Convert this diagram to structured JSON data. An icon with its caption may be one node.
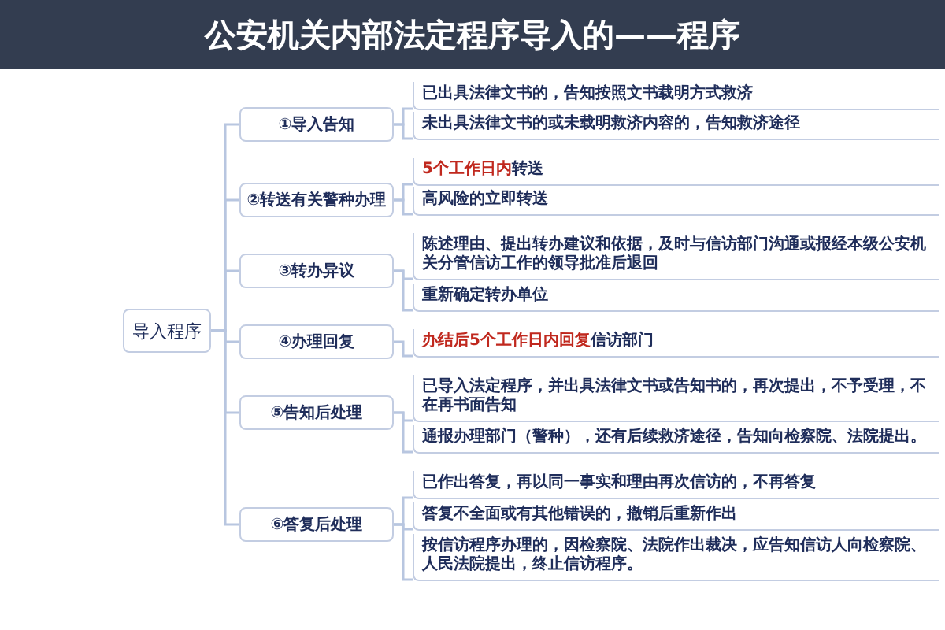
{
  "diagram": {
    "title": "公安机关内部法定程序导入的——程序",
    "nodes": [
      {
        "text": [
          "导入程序"
        ]
      },
      {
        "text": [
          "①导入告知"
        ]
      },
      {
        "text": [
          "已出具法律文书的，告知按照文书载明方式救济"
        ]
      },
      {
        "text": [
          "未出具法律文书的或未载明救济内容的，告知救济途径"
        ]
      },
      {
        "text": [
          "②转送有关警种办理"
        ]
      },
      {
        "text": [
          "**5个工作日内**转送"
        ]
      },
      {
        "text": [
          "高风险的立即转送"
        ]
      },
      {
        "text": [
          "③转办异议"
        ]
      },
      {
        "text": [
          "陈述理由、提出转办建议和依据，及时与信访部门沟通或报经本级公安机关分管信访工作的领导批准后退回"
        ]
      },
      {
        "text": [
          "重新确定转办单位"
        ]
      },
      {
        "text": [
          "④办理回复"
        ]
      },
      {
        "text": [
          "**办结后5个工作日内回复**信访部门"
        ]
      },
      {
        "text": [
          "⑤告知后处理"
        ]
      },
      {
        "text": [
          "已导入法定程序，并出具法律文书或告知书的，再次提出，不予受理，不在再书面告知"
        ]
      },
      {
        "text": [
          "通报办理部门（警种），还有后续救济途径，告知向检察院、法院提出。"
        ]
      },
      {
        "text": [
          "⑥答复后处理"
        ]
      },
      {
        "text": [
          "已作出答复，再以同一事实和理由再次信访的，不再答复"
        ]
      },
      {
        "text": [
          "答复不全面或有其他错误的，撤销后重新作出"
        ]
      },
      {
        "text": [
          "按信访程序办理的，因检察院、法院作出裁决，应告知信访人向检察院、人民法院提出，终止信访程序。"
        ]
      }
    ],
    "edges": [
      {
        "from": 0,
        "to": 1,
        "arrow": "none"
      },
      {
        "from": 1,
        "to": 2,
        "arrow": "none"
      },
      {
        "from": 1,
        "to": 3,
        "arrow": "none"
      },
      {
        "from": 0,
        "to": 4,
        "arrow": "none"
      },
      {
        "from": 4,
        "to": 5,
        "arrow": "none"
      },
      {
        "from": 4,
        "to": 6,
        "arrow": "none"
      },
      {
        "from": 0,
        "to": 7,
        "arrow": "none"
      },
      {
        "from": 7,
        "to": 8,
        "arrow": "none"
      },
      {
        "from": 7,
        "to": 9,
        "arrow": "none"
      },
      {
        "from": 0,
        "to": 10,
        "arrow": "none"
      },
      {
        "from": 10,
        "to": 11,
        "arrow": "none"
      },
      {
        "from": 0,
        "to": 12,
        "arrow": "none"
      },
      {
        "from": 12,
        "to": 13,
        "arrow": "none"
      },
      {
        "from": 12,
        "to": 14,
        "arrow": "none"
      },
      {
        "from": 0,
        "to": 15,
        "arrow": "none"
      },
      {
        "from": 15,
        "to": 16,
        "arrow": "none"
      },
      {
        "from": 15,
        "to": 17,
        "arrow": "none"
      },
      {
        "from": 15,
        "to": 18,
        "arrow": "none"
      }
    ]
  }
}
